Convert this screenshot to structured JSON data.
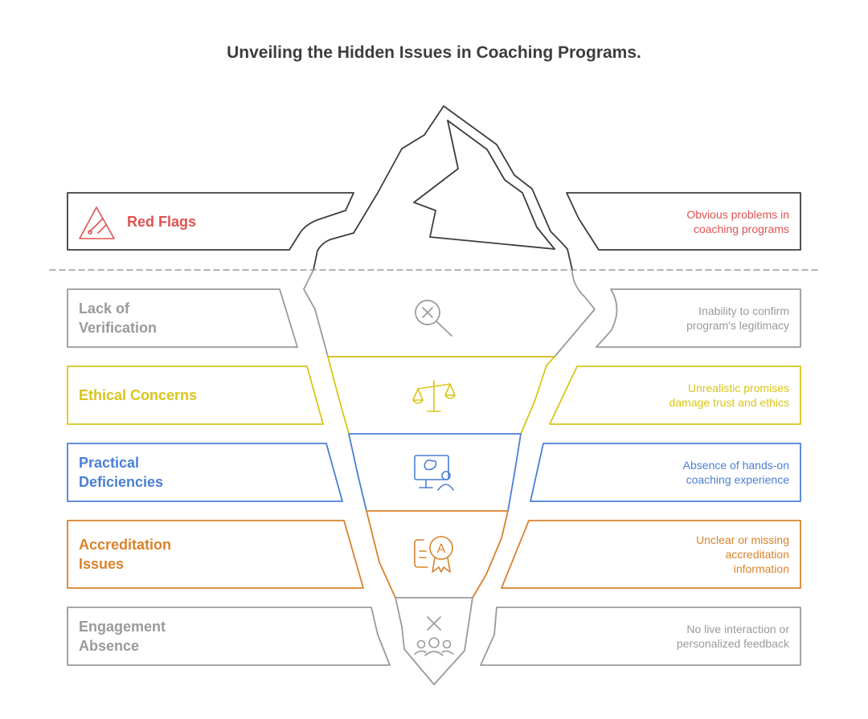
{
  "title": "Unveiling the Hidden Issues in Coaching Programs.",
  "colors": {
    "outline": "#3d3d3d",
    "red": "#e05252",
    "gray": "#9a9a9a",
    "yellow": "#d9c51a",
    "blue": "#4a7fd6",
    "orange": "#d9822b"
  },
  "layers": [
    {
      "id": "red-flags",
      "label": "Red Flags",
      "description": "Obvious problems in\ncoaching programs",
      "color": "#e05252",
      "icon": "warning-triangle-icon"
    },
    {
      "id": "lack-of-verification",
      "label": "Lack of\nVerification",
      "description": "Inability to confirm\nprogram's legitimacy",
      "color": "#9a9a9a",
      "icon": "magnifier-x-icon"
    },
    {
      "id": "ethical-concerns",
      "label": "Ethical Concerns",
      "description": "Unrealistic promises\ndamage trust and ethics",
      "color": "#d9c51a",
      "icon": "balance-scale-icon"
    },
    {
      "id": "practical-deficiencies",
      "label": "Practical\nDeficiencies",
      "description": "Absence of hands-on\ncoaching experience",
      "color": "#4a7fd6",
      "icon": "presentation-user-icon"
    },
    {
      "id": "accreditation-issues",
      "label": "Accreditation\nIssues",
      "description": "Unclear or missing\naccreditation\ninformation",
      "color": "#d9822b",
      "icon": "certificate-badge-icon"
    },
    {
      "id": "engagement-absence",
      "label": "Engagement\nAbsence",
      "description": "No live interaction or\npersonalized feedback",
      "color": "#9a9a9a",
      "icon": "group-x-icon"
    }
  ]
}
